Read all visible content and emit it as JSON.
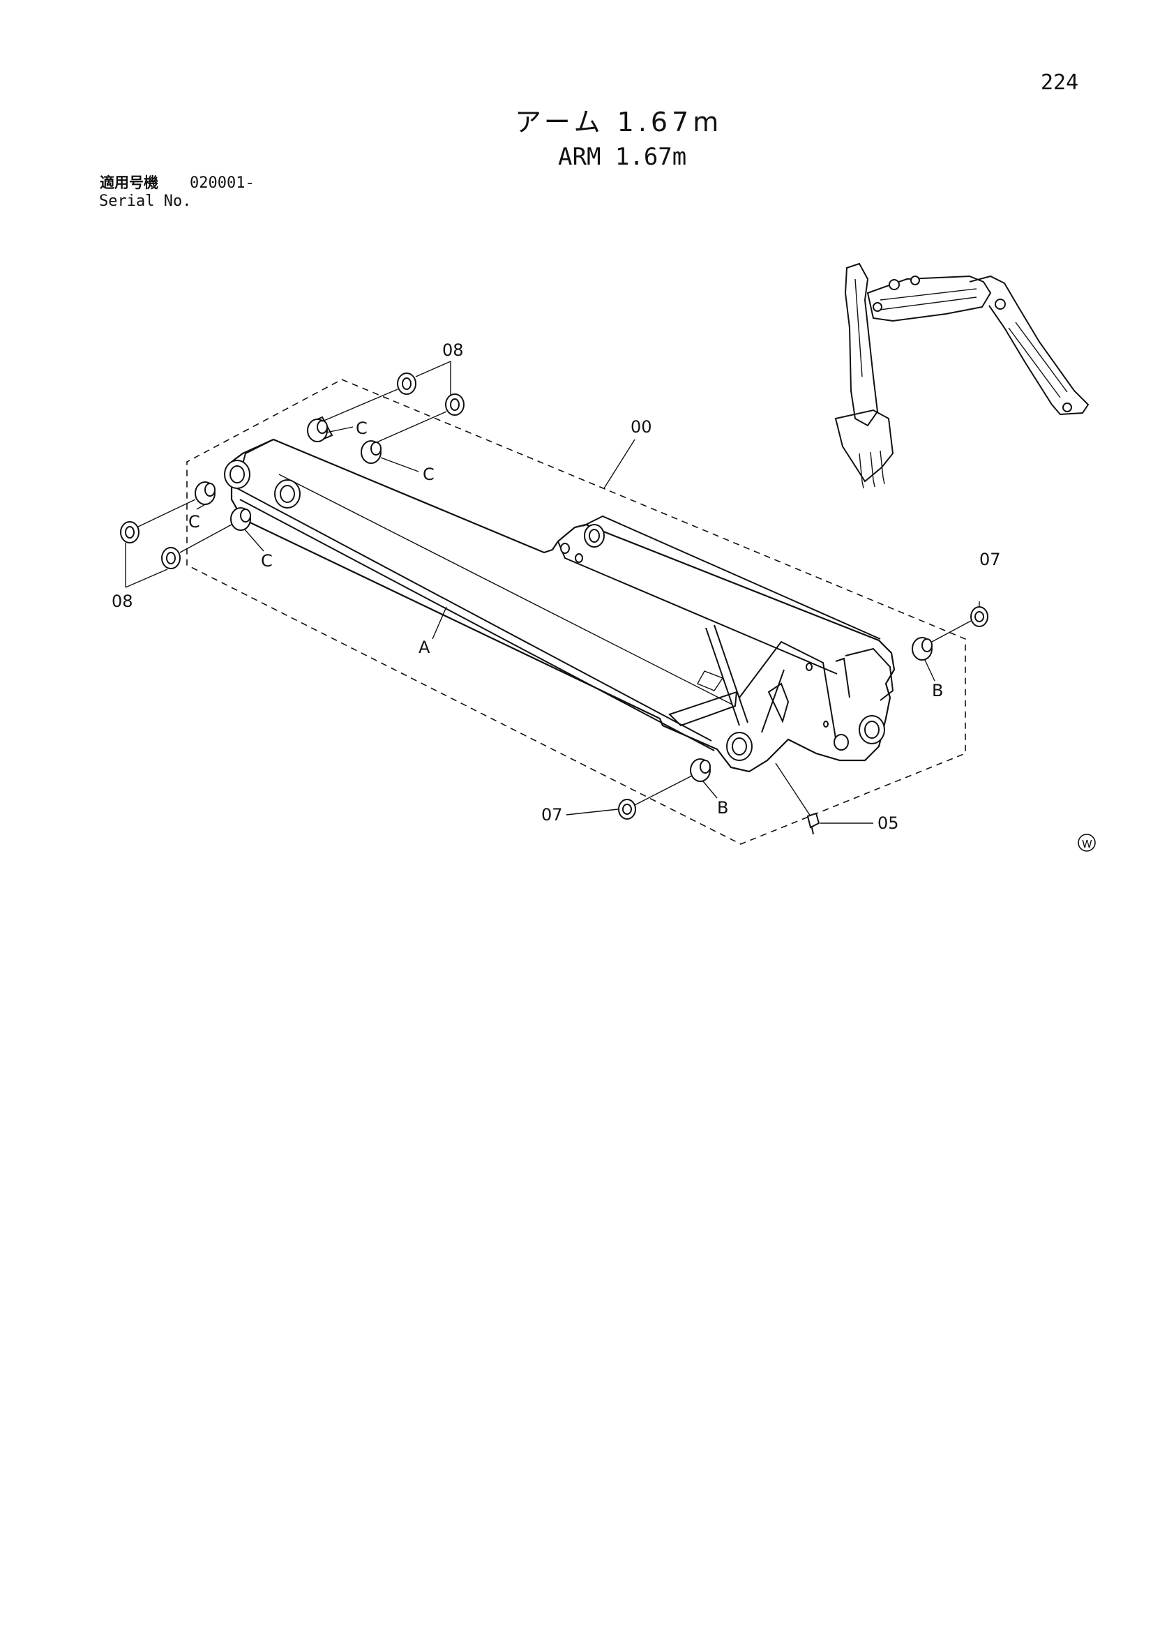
{
  "page": {
    "number": "224"
  },
  "title": {
    "japanese": "アーム 1.67m",
    "english": "ARM 1.67m"
  },
  "serial": {
    "label_jp": "適用号機",
    "value": "020001-",
    "label_en": "Serial No."
  },
  "diagram": {
    "callouts": {
      "arm_assembly": "00",
      "arm": "A",
      "bushing_b_right": "B",
      "bushing_b_lower": "B",
      "bushing_c_top_1": "C",
      "bushing_c_top_2": "C",
      "bushing_c_left_1": "C",
      "bushing_c_left_2": "C",
      "shim_08_top": "08",
      "shim_08_left": "08",
      "shim_07_right": "07",
      "shim_07_lower": "07",
      "grease_fitting": "05"
    },
    "mark": "W"
  }
}
